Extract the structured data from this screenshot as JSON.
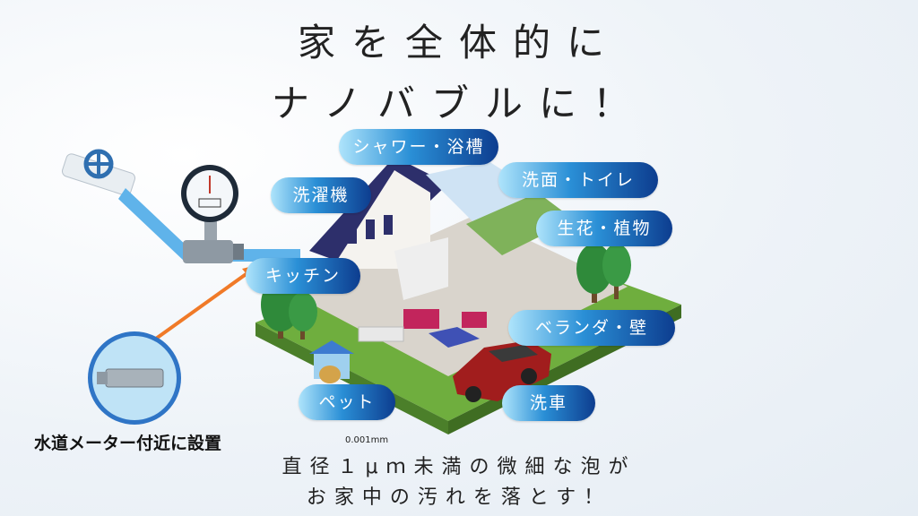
{
  "title": {
    "line1": "家を全体的に",
    "line2": "ナノバブルに！"
  },
  "labels": {
    "shower_bath": "シャワー・浴槽",
    "laundry": "洗濯機",
    "washroom_toilet": "洗面・トイレ",
    "flowers_plants": "生花・植物",
    "kitchen": "キッチン",
    "veranda_wall": "ベランダ・壁",
    "pet": "ペット",
    "car_wash": "洗車"
  },
  "caption": {
    "install_location": "水道メーター付近に設置",
    "size_note": "0.001mm",
    "line1": "直径１μｍ未満の微細な泡が",
    "line2": "お家中の汚れを落とす！"
  },
  "colors": {
    "pipe": "#5fb3ea",
    "pill_light": "#aee4fb",
    "pill_dark": "#0d3d8f",
    "arrow": "#f07a28",
    "roof": "#2d2f6b",
    "car": "#a11d1d",
    "tree": "#2f8a3a"
  }
}
